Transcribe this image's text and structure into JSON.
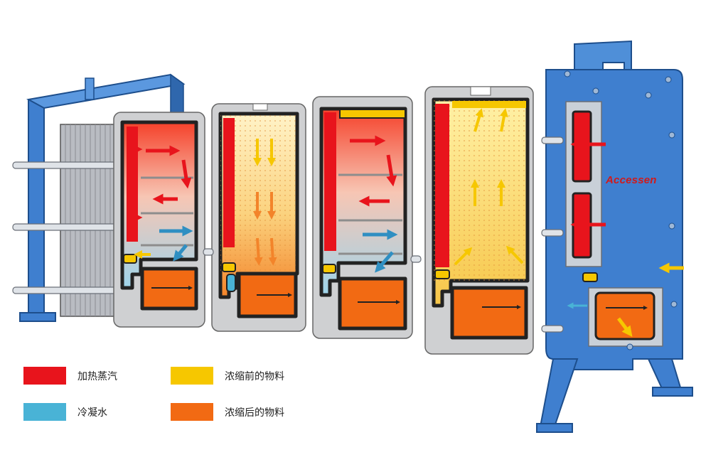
{
  "brand": "Accessen",
  "colors": {
    "steam": "#e8141c",
    "condensate": "#49b3d6",
    "feed": "#f6c700",
    "concentrate": "#f26a13",
    "frame_blue": "#3f7fcf",
    "plate_gray": "#c8c8c8"
  },
  "legend": [
    {
      "label": "加热蒸汽",
      "color": "#e8141c"
    },
    {
      "label": "浓缩前的物料",
      "color": "#f6c700"
    },
    {
      "label": "冷凝水",
      "color": "#49b3d6"
    },
    {
      "label": "浓缩后的物料",
      "color": "#f26a13"
    }
  ]
}
